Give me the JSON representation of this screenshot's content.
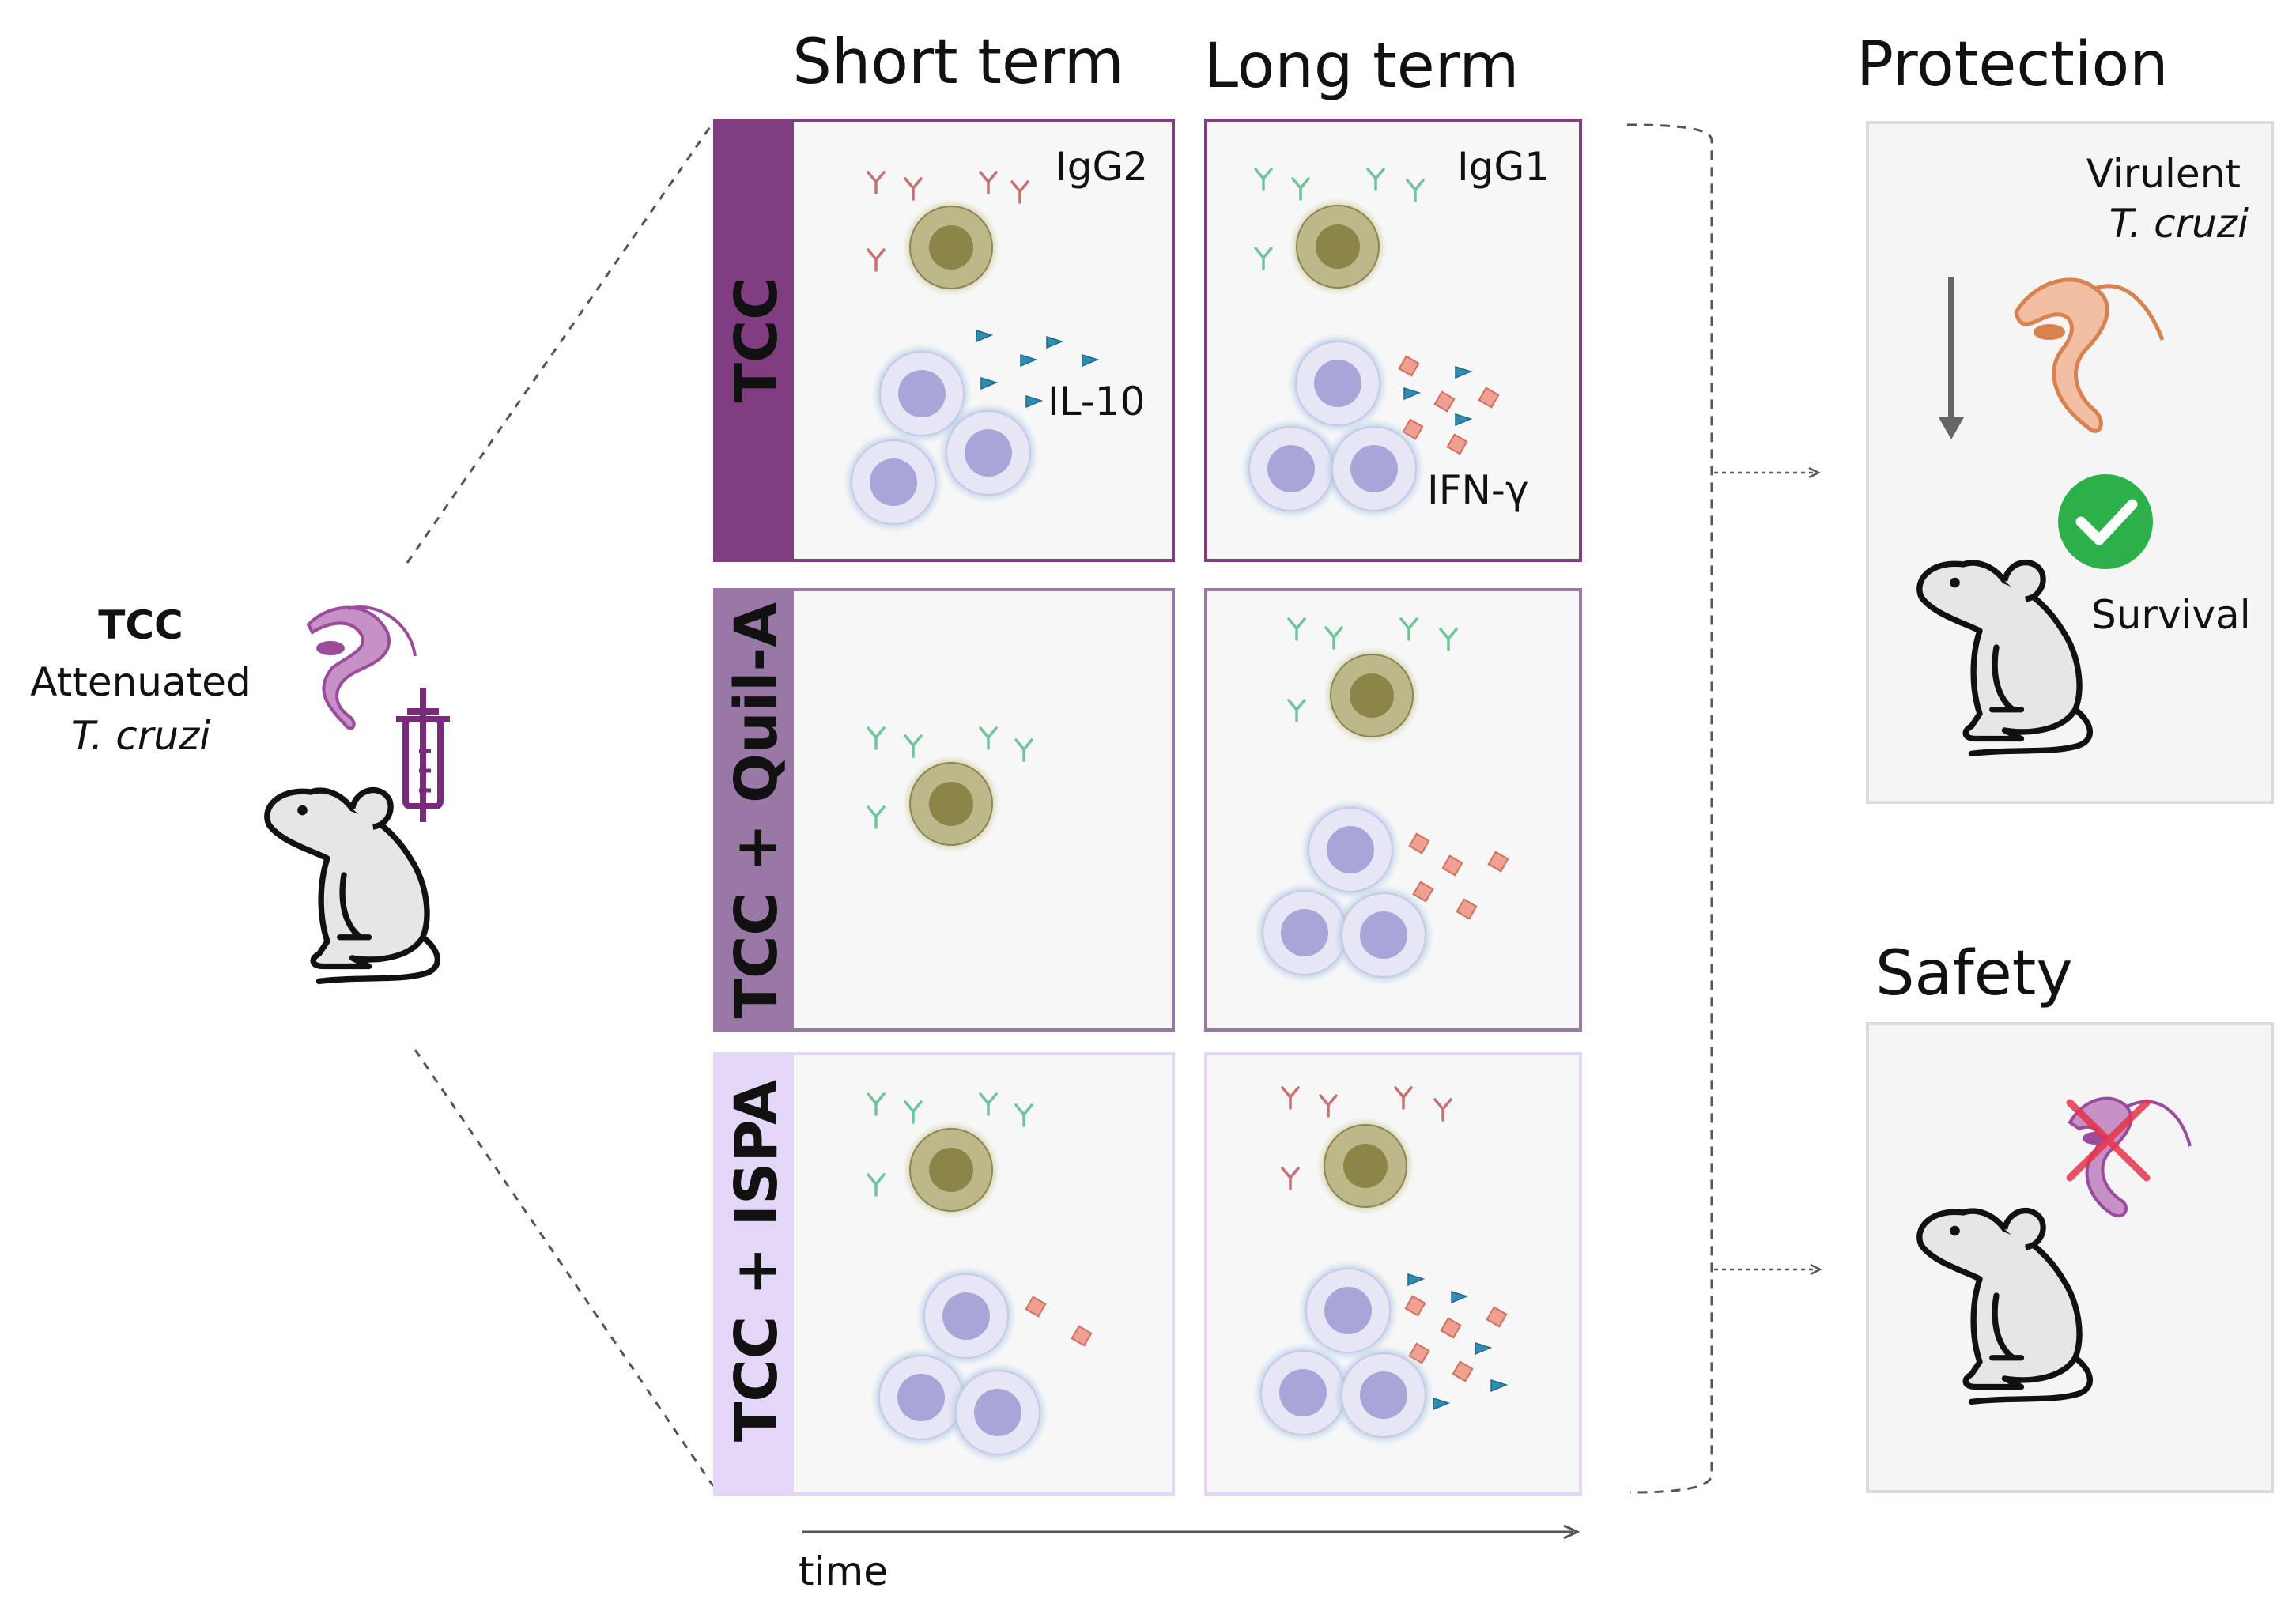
{
  "vaccine": {
    "name": "TCC",
    "line2": "Attenuated",
    "line3": "T. cruzi"
  },
  "columns": {
    "short_term": "Short term",
    "long_term": "Long term"
  },
  "rows": [
    {
      "label": "TCC",
      "color": "#803d80"
    },
    {
      "label": "TCC + Quil-A",
      "color": "#9a78a6"
    },
    {
      "label": "TCC + ISPA",
      "color": "#e4d6f6"
    }
  ],
  "panel_labels": {
    "igg2": "IgG2",
    "igg1": "IgG1",
    "il10": "IL-10",
    "ifng": "IFN-γ"
  },
  "protection": {
    "title": "Protection",
    "challenge_line1": "Virulent",
    "challenge_line2": "T. cruzi",
    "outcome": "Survival"
  },
  "safety": {
    "title": "Safety"
  },
  "axis": {
    "time": "time"
  },
  "colors": {
    "igg2_antibody": "#c97070",
    "igg1_antibody": "#6fc59a",
    "il10": "#2f8db4",
    "ifng": "#e88d7a",
    "b_cell": "#9a9457",
    "t_cell": "#a7a5d6",
    "check": "#2bb04a",
    "cross": "#e8344a",
    "parasite_virulent": "#d9814f",
    "parasite_attenuated": "#9c4a9c"
  },
  "icons": [
    "mouse-icon",
    "syringe-icon",
    "parasite-icon",
    "check-icon",
    "cross-icon",
    "arrow-down-icon"
  ]
}
